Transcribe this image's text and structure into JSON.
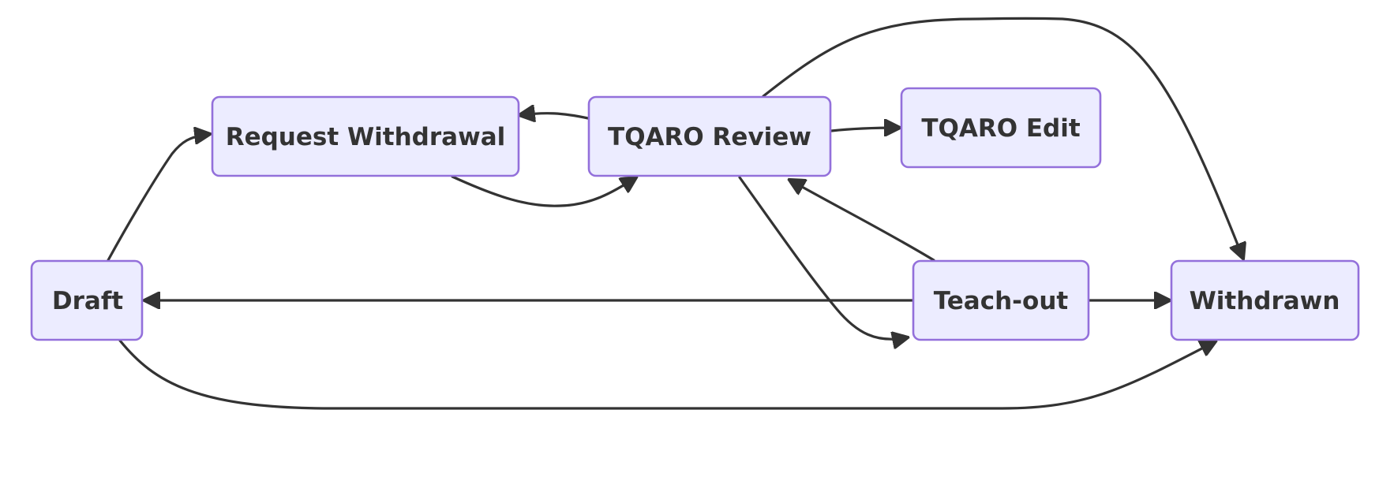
{
  "diagram": {
    "type": "flowchart",
    "colors": {
      "node_fill": "#ECECFF",
      "node_border": "#9370DB",
      "edge": "#333333",
      "text": "#333333",
      "background": "#FFFFFF"
    },
    "nodes": [
      {
        "id": "draft",
        "label": "Draft"
      },
      {
        "id": "request_withdrawal",
        "label": "Request Withdrawal"
      },
      {
        "id": "tqaro_review",
        "label": "TQARO Review"
      },
      {
        "id": "tqaro_edit",
        "label": "TQARO Edit"
      },
      {
        "id": "teach_out",
        "label": "Teach-out"
      },
      {
        "id": "withdrawn",
        "label": "Withdrawn"
      }
    ],
    "edges": [
      {
        "from": "draft",
        "to": "request_withdrawal"
      },
      {
        "from": "draft",
        "to": "withdrawn"
      },
      {
        "from": "request_withdrawal",
        "to": "tqaro_review"
      },
      {
        "from": "tqaro_review",
        "to": "request_withdrawal"
      },
      {
        "from": "tqaro_review",
        "to": "tqaro_edit"
      },
      {
        "from": "tqaro_review",
        "to": "teach_out"
      },
      {
        "from": "tqaro_review",
        "to": "withdrawn"
      },
      {
        "from": "teach_out",
        "to": "tqaro_review"
      },
      {
        "from": "teach_out",
        "to": "draft"
      },
      {
        "from": "teach_out",
        "to": "withdrawn"
      }
    ]
  }
}
